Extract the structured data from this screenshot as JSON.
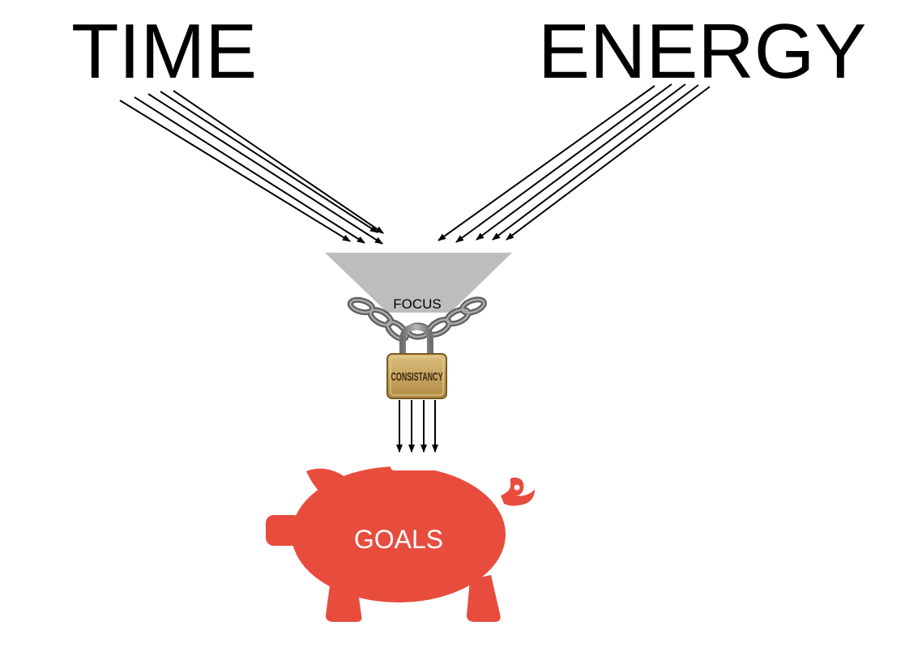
{
  "labels": {
    "time": "TIME",
    "energy": "ENERGY",
    "focus": "FOCUS",
    "consistency": "CONSISTANCY",
    "goals": "GOALS"
  },
  "colors": {
    "text": "#000000",
    "arrow": "#000000",
    "funnel": "#bdbdbd",
    "chain": "#7d7d7d",
    "lock": "#c9a35c",
    "pig": "#e84c3d",
    "goal_text": "#ffffff"
  },
  "icons": {
    "funnel": "funnel-icon",
    "chain": "chain-icon",
    "padlock": "padlock-icon",
    "piggy_bank": "piggy-bank-icon"
  },
  "flows": {
    "time_arrows": 5,
    "energy_arrows": 5,
    "output_arrows": 4
  }
}
